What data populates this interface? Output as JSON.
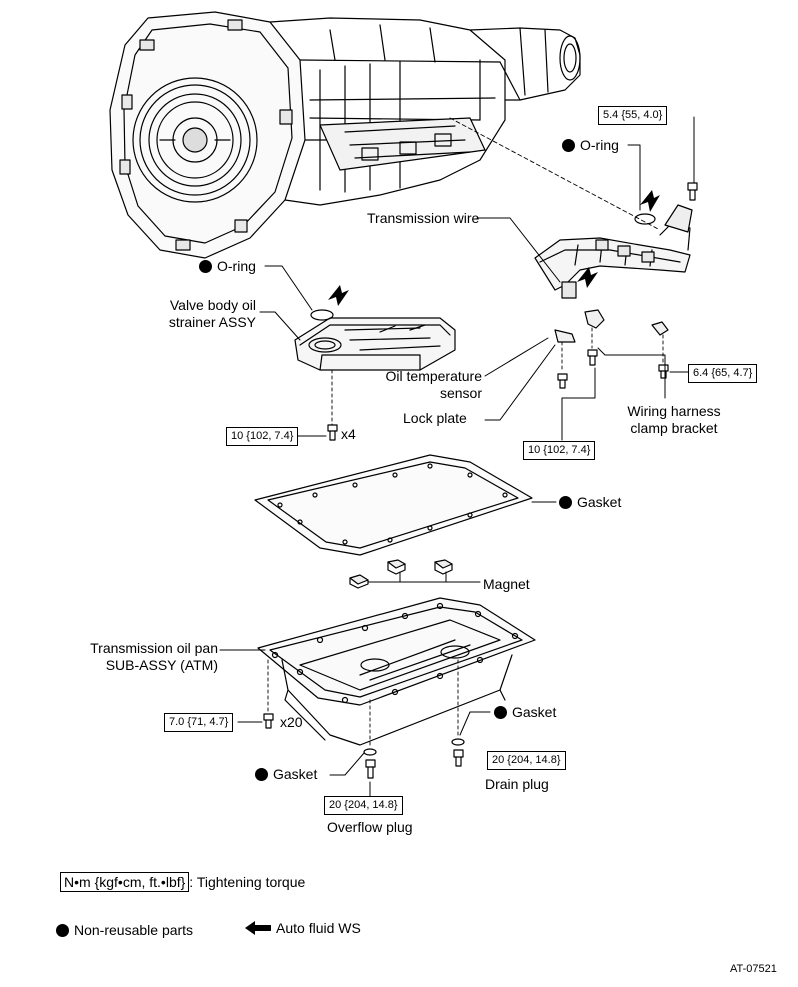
{
  "labels": {
    "o_ring_top": "O-ring",
    "transmission_wire": "Transmission wire",
    "o_ring_left": "O-ring",
    "valve_body_line1": "Valve body oil",
    "valve_body_line2": "strainer ASSY",
    "oil_temp_line1": "Oil temperature",
    "oil_temp_line2": "sensor",
    "lock_plate": "Lock plate",
    "wiring_line1": "Wiring harness",
    "wiring_line2": "clamp bracket",
    "gasket_pan": "Gasket",
    "magnet": "Magnet",
    "pan_line1": "Transmission oil pan",
    "pan_line2": "SUB-ASSY (ATM)",
    "gasket_drain": "Gasket",
    "gasket_overflow": "Gasket",
    "drain_plug": "Drain plug",
    "overflow_plug": "Overflow plug",
    "x4": "x4",
    "x20": "x20"
  },
  "torques": {
    "sensor_bolt": "5.4 {55, 4.0}",
    "bracket_bolt": "6.4 {65, 4.7}",
    "strainer_bolt": "10 {102, 7.4}",
    "lockplate_bolt": "10 {102, 7.4}",
    "pan_bolt": "7.0 {71, 4.7}",
    "drain_plug": "20 {204, 14.8}",
    "overflow_plug": "20 {204, 14.8}"
  },
  "legend": {
    "torque_unit": "N•m {kgf•cm, ft.•lbf}",
    "torque_desc": ": Tightening torque",
    "non_reusable": "Non-reusable parts",
    "auto_fluid": "Auto fluid WS"
  },
  "figure_id": "AT-07521"
}
